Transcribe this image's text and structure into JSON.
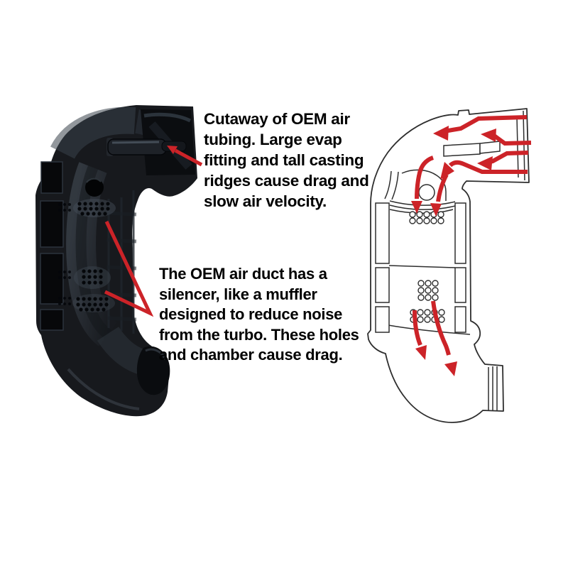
{
  "page": {
    "background": "#ffffff",
    "description": "Annotated cutaway comparison of an OEM turbo air intake duct: photo of cutaway duct (left) and airflow line drawing (right)"
  },
  "colors": {
    "annotation_red": "#cc2328",
    "text_black": "#000000",
    "line_art_gray": "#2e2e2e",
    "duct_body_black": "#17191d"
  },
  "annotations": [
    {
      "id": "evap-note",
      "lines": [
        "Cutaway of OEM air",
        "tubing. Large evap",
        "fitting and tall casting",
        "ridges cause drag and",
        "slow air velocity."
      ]
    },
    {
      "id": "silencer-note",
      "lines": [
        "The OEM air duct has a",
        "silencer, like a muffler",
        "designed to reduce noise",
        "from the turbo. These holes",
        "and chamber cause drag."
      ]
    }
  ],
  "photo_panel": {
    "alt": "Photograph of black OEM air duct cut in half showing evap fitting, silencer holes and internal chamber"
  },
  "diagram_panel": {
    "alt": "Line drawing of the same duct with red arrows showing air flowing in at the top, down through silencer holes and out the bottom outlet",
    "red_arrow_count": 8
  }
}
